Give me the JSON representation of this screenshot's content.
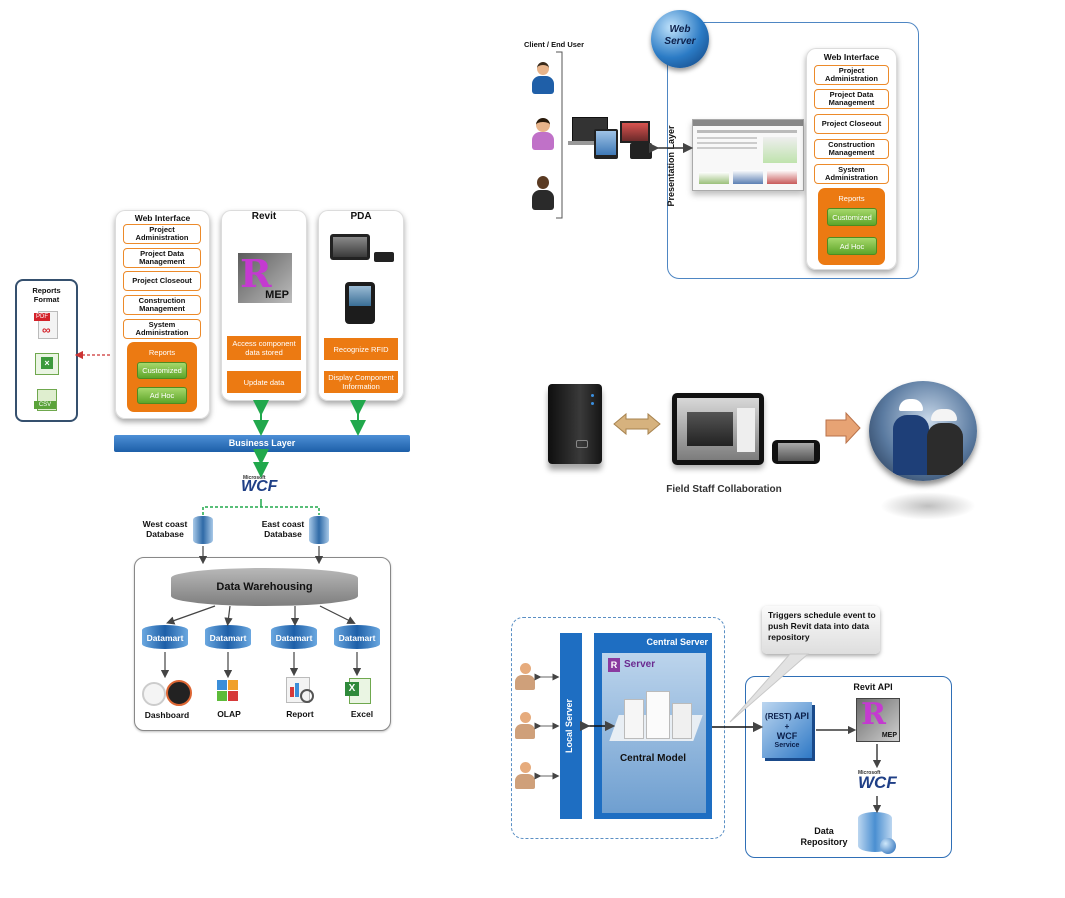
{
  "reports_format": {
    "title": "Reports Format",
    "pdf": "PDF",
    "csv": "CSV"
  },
  "web_interface": {
    "title": "Web Interface",
    "items": [
      "Project Administration",
      "Project Data Management",
      "Project Closeout",
      "Construction Management",
      "System Administration"
    ],
    "reports": {
      "title": "Reports",
      "customized": "Customized",
      "adhoc": "Ad Hoc"
    }
  },
  "revit": {
    "title": "Revit",
    "logo_text": "MEP",
    "actions": [
      "Access component data stored",
      "Update data"
    ]
  },
  "pda": {
    "title": "PDA",
    "actions": [
      "Recognize RFID",
      "Display Component Information"
    ]
  },
  "business_layer": "Business Layer",
  "wcf": {
    "microsoft": "Microsoft",
    "label": "WCF"
  },
  "databases": {
    "west": "West coast Database",
    "east": "East coast Database"
  },
  "warehouse": "Data Warehousing",
  "datamart": "Datamart",
  "outputs": [
    "Dashboard",
    "OLAP",
    "Report",
    "Excel"
  ],
  "client": {
    "title": "Client / End User"
  },
  "web_server": {
    "title": "Web Server",
    "presentation": "Presentation Layer"
  },
  "field_staff": "Field Staff Collaboration",
  "central": {
    "local_server": "Local Server",
    "central_server": "Central Server",
    "server": "Server",
    "central_model": "Central Model",
    "callout": "Triggers schedule event to push Revit data into data repository",
    "api_rest": "(REST)",
    "api": "API",
    "plus": "+",
    "wcf": "WCF",
    "service": "Service",
    "revit_api": "Revit API",
    "mep": "MEP",
    "data_repository": "Data Repository"
  },
  "colors": {
    "orange": "#ec7a12",
    "green": "#21a84c",
    "blue": "#1f74c3",
    "navy": "#1a4a8a"
  }
}
